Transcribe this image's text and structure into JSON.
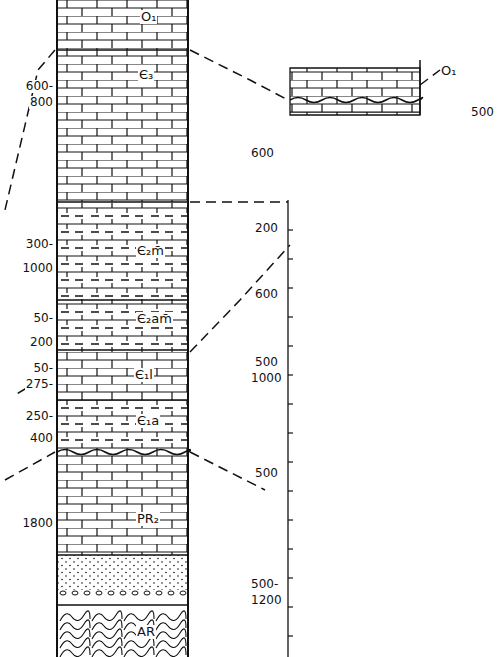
{
  "diagram": {
    "nodes": [
      {
        "text": [
          "O₁"
        ]
      },
      {
        "text": [
          "Є₃"
        ]
      },
      {
        "text": [
          "Є₂m̄"
        ]
      },
      {
        "text": [
          "Є₂am̄"
        ]
      },
      {
        "text": [
          "Є₁l"
        ]
      },
      {
        "text": [
          "Є₁a"
        ]
      },
      {
        "text": [
          "PR₂"
        ]
      },
      {
        "text": [
          "AR"
        ]
      },
      {
        "text": [
          "O₁"
        ]
      }
    ],
    "labels": [
      "600-",
      "800",
      "300-",
      "1000",
      "50-",
      "200",
      "50-",
      "275-",
      "250-",
      "400",
      "1800",
      "600",
      "200",
      "600",
      "500",
      "1000",
      "500",
      "500-",
      "1200",
      "500"
    ]
  }
}
